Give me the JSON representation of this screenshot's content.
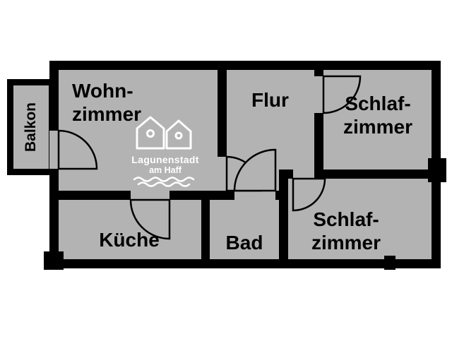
{
  "colors": {
    "background": "#ffffff",
    "wall": "#000000",
    "room_fill": "#b3b3b3",
    "label_text": "#000000",
    "watermark": "#ffffff"
  },
  "rooms": {
    "balkon": {
      "label": "Balkon"
    },
    "wohnzimmer": {
      "line1": "Wohn-",
      "line2": "zimmer"
    },
    "flur": {
      "label": "Flur"
    },
    "schlafzimmer_top": {
      "line1": "Schlaf-",
      "line2": "zimmer"
    },
    "kueche": {
      "label": "Küche"
    },
    "bad": {
      "label": "Bad"
    },
    "schlafzimmer_bottom": {
      "line1": "Schlaf-",
      "line2": "zimmer"
    }
  },
  "watermark": {
    "line1": "Lagunenstadt",
    "line2": "am Haff"
  }
}
